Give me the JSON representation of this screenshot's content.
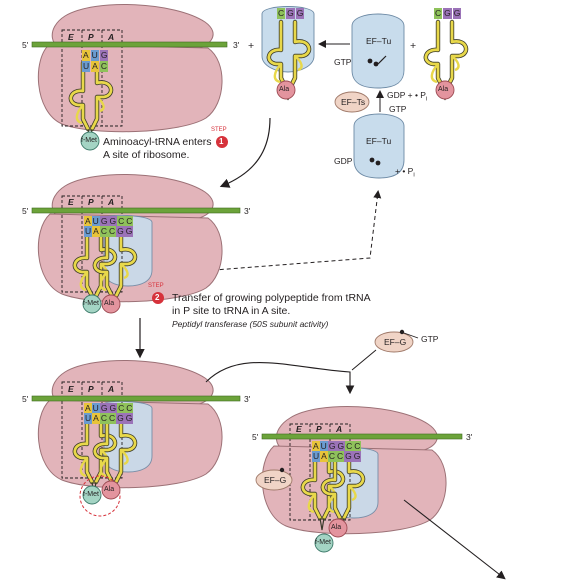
{
  "labels": {
    "five_prime": "5'",
    "three_prime": "3'",
    "site_e": "E",
    "site_p": "P",
    "site_a": "A",
    "plus": "+",
    "fmet": "f-Met",
    "ala": "Ala",
    "ef_tu": "EF–Tu",
    "ef_ts": "EF–Ts",
    "ef_g": "EF–G",
    "gtp": "GTP",
    "gdp": "GDP",
    "gdp_pi_top": "GDP + • P",
    "pi_bottom": "+ • P",
    "pi_sub": "i"
  },
  "codons": {
    "mrna_1": [
      "A",
      "U",
      "G"
    ],
    "anticodon_1": [
      "U",
      "A",
      "C"
    ],
    "mrna_2": [
      "A",
      "U",
      "G",
      "G",
      "C",
      "C"
    ],
    "anticodon_2": [
      "U",
      "A",
      "C",
      "C",
      "G",
      "G"
    ],
    "free_trna": [
      "C",
      "G",
      "G"
    ]
  },
  "steps": [
    {
      "tag": "STEP",
      "number": "1",
      "lines": [
        "Aminoacyl-tRNA enters",
        "A site of ribosome."
      ],
      "note": ""
    },
    {
      "tag": "STEP",
      "number": "2",
      "lines": [
        "Transfer of growing polypeptide from tRNA",
        "in P site to tRNA in A site."
      ],
      "note": "Peptidyl transferase (50S subunit activity)"
    }
  ],
  "colors": {
    "ribosome": "#e2b4ba",
    "ribosome_stroke": "#9c7176",
    "mrna": "#6ca33a",
    "trna": "#e8d84a",
    "ef_tu": "#c8dcec",
    "ef_ts": "#f0d4c6",
    "ala": "#e3949e",
    "fmet": "#a4d4c4",
    "step_badge": "#d6323b",
    "base_a": "#e8c43a",
    "base_u": "#6a9bd0",
    "base_g": "#9b73b8",
    "base_c": "#8fc25b"
  }
}
